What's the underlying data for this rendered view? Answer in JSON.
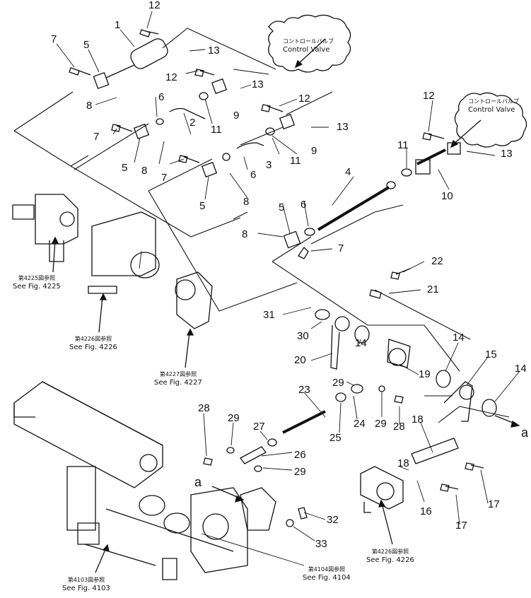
{
  "control_valve": {
    "jp": "コントロールバルブ",
    "en": "Control Valve"
  },
  "refs": [
    {
      "jp": "第4225図参照",
      "en": "See Fig. 4225"
    },
    {
      "jp": "第4226図参照",
      "en": "See Fig. 4226"
    },
    {
      "jp": "第4227図参照",
      "en": "See Fig. 4227"
    },
    {
      "jp": "第4226図参照",
      "en": "See Fig. 4226"
    },
    {
      "jp": "第4103図参照",
      "en": "See Fig. 4103"
    },
    {
      "jp": "第4104図参照",
      "en": "See Fig. 4104"
    }
  ],
  "marker_letter": "a",
  "parts": [
    {
      "no": "1"
    },
    {
      "no": "2"
    },
    {
      "no": "3"
    },
    {
      "no": "4"
    },
    {
      "no": "5"
    },
    {
      "no": "6"
    },
    {
      "no": "7"
    },
    {
      "no": "8"
    },
    {
      "no": "9"
    },
    {
      "no": "10"
    },
    {
      "no": "11"
    },
    {
      "no": "12"
    },
    {
      "no": "13"
    },
    {
      "no": "14"
    },
    {
      "no": "15"
    },
    {
      "no": "16"
    },
    {
      "no": "17"
    },
    {
      "no": "18"
    },
    {
      "no": "19"
    },
    {
      "no": "20"
    },
    {
      "no": "21"
    },
    {
      "no": "22"
    },
    {
      "no": "23"
    },
    {
      "no": "24"
    },
    {
      "no": "25"
    },
    {
      "no": "26"
    },
    {
      "no": "27"
    },
    {
      "no": "28"
    },
    {
      "no": "29"
    },
    {
      "no": "30"
    },
    {
      "no": "31"
    },
    {
      "no": "32"
    },
    {
      "no": "33"
    }
  ]
}
